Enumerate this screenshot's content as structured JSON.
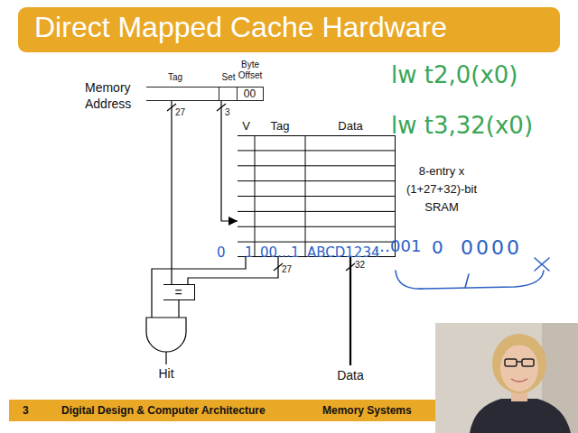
{
  "diagram": {
    "title": "Direct Mapped Cache Hardware",
    "nodes": [
      {
        "text": [
          "Memory Address"
        ]
      },
      {
        "text": [
          "Tag"
        ],
        "in": 0
      },
      {
        "text": [
          "Set"
        ],
        "in": 0
      },
      {
        "text": [
          "Byte Offset",
          "00"
        ],
        "in": 0
      },
      {
        "text": [
          "V",
          "Tag",
          "Data"
        ]
      },
      {
        "text": [
          "="
        ]
      },
      {
        "text": [
          "3",
          "Digital Design & Computer Architecture",
          "Memory Systems"
        ]
      }
    ],
    "edges": [
      {
        "from": 1,
        "to": 5,
        "arrow": "none",
        "label": "27"
      },
      {
        "from": 2,
        "to": 4,
        "arrow": "to",
        "label": "3"
      },
      {
        "from": 4,
        "to": 5,
        "arrow": "none",
        "label": "27"
      }
    ],
    "labels": [
      "lw t2,0(x0)",
      "lw t3,32(x0)",
      "8-entry x (1+27+32)-bit SRAM",
      "0",
      "1",
      "00…1",
      "ABCD1234",
      "…001",
      "0",
      "0000",
      "32",
      "Hit",
      "Data"
    ]
  }
}
